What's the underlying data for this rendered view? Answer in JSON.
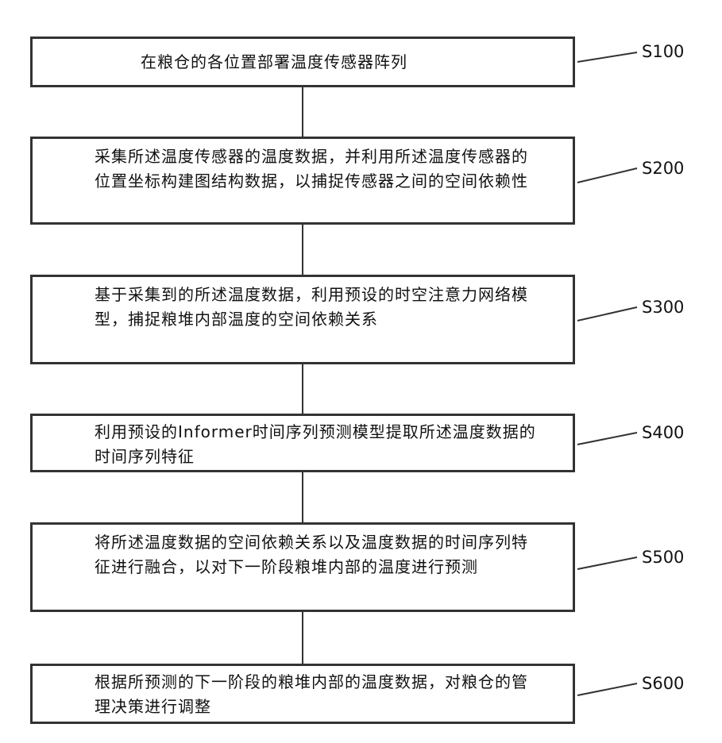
{
  "steps": [
    {
      "label": "S100",
      "text": "在粮仓的各位置部署温度传感器阵列"
    },
    {
      "label": "S200",
      "text": "采集所述温度传感器的温度数据，并利用所述温度传感器的位置坐标构建图结构数据，以捕捉传感器之间的空间依赖性"
    },
    {
      "label": "S300",
      "text": "基于采集到的所述温度数据，利用预设的时空注意力网络模型，捕捉粮堆内部温度的空间依赖关系"
    },
    {
      "label": "S400",
      "text": "利用预设的Informer时间序列预测模型提取所述温度数据的时间序列特征"
    },
    {
      "label": "S500",
      "text": "将所述温度数据的空间依赖关系以及温度数据的时间序列特征进行融合，以对下一阶段粮堆内部的温度进行预测"
    },
    {
      "label": "S600",
      "text": "根据所预测的下一阶段的粮堆内部的温度数据，对粮仓的管理决策进行调整"
    }
  ]
}
